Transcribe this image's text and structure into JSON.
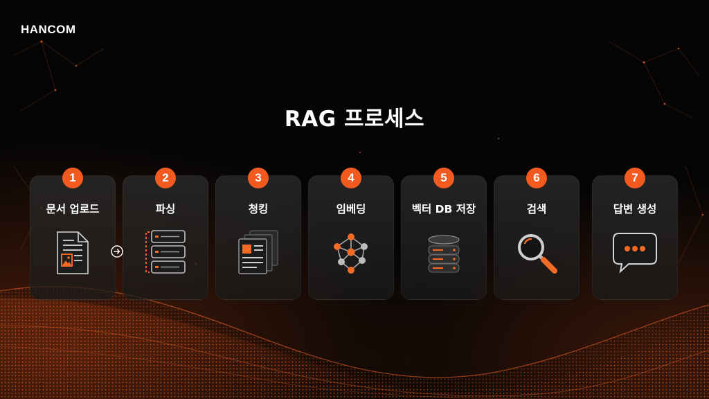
{
  "brand": {
    "logo": "HANCOM"
  },
  "title": "RAG 프로세스",
  "colors": {
    "accent": "#f25a1f",
    "background": "#050505",
    "card": "#262626"
  },
  "steps": [
    {
      "number": "1",
      "label": "문서 업로드",
      "icon": "document-image-icon"
    },
    {
      "number": "2",
      "label": "파싱",
      "icon": "list-rows-icon"
    },
    {
      "number": "3",
      "label": "청킹",
      "icon": "stacked-pages-icon"
    },
    {
      "number": "4",
      "label": "임베딩",
      "icon": "network-graph-icon"
    },
    {
      "number": "5",
      "label": "벡터 DB 저장",
      "icon": "database-icon"
    },
    {
      "number": "6",
      "label": "검색",
      "icon": "magnifier-icon"
    },
    {
      "number": "7",
      "label": "답변 생성",
      "icon": "chat-bubble-icon"
    }
  ],
  "connector": {
    "icon": "arrow-right-circle-icon"
  }
}
